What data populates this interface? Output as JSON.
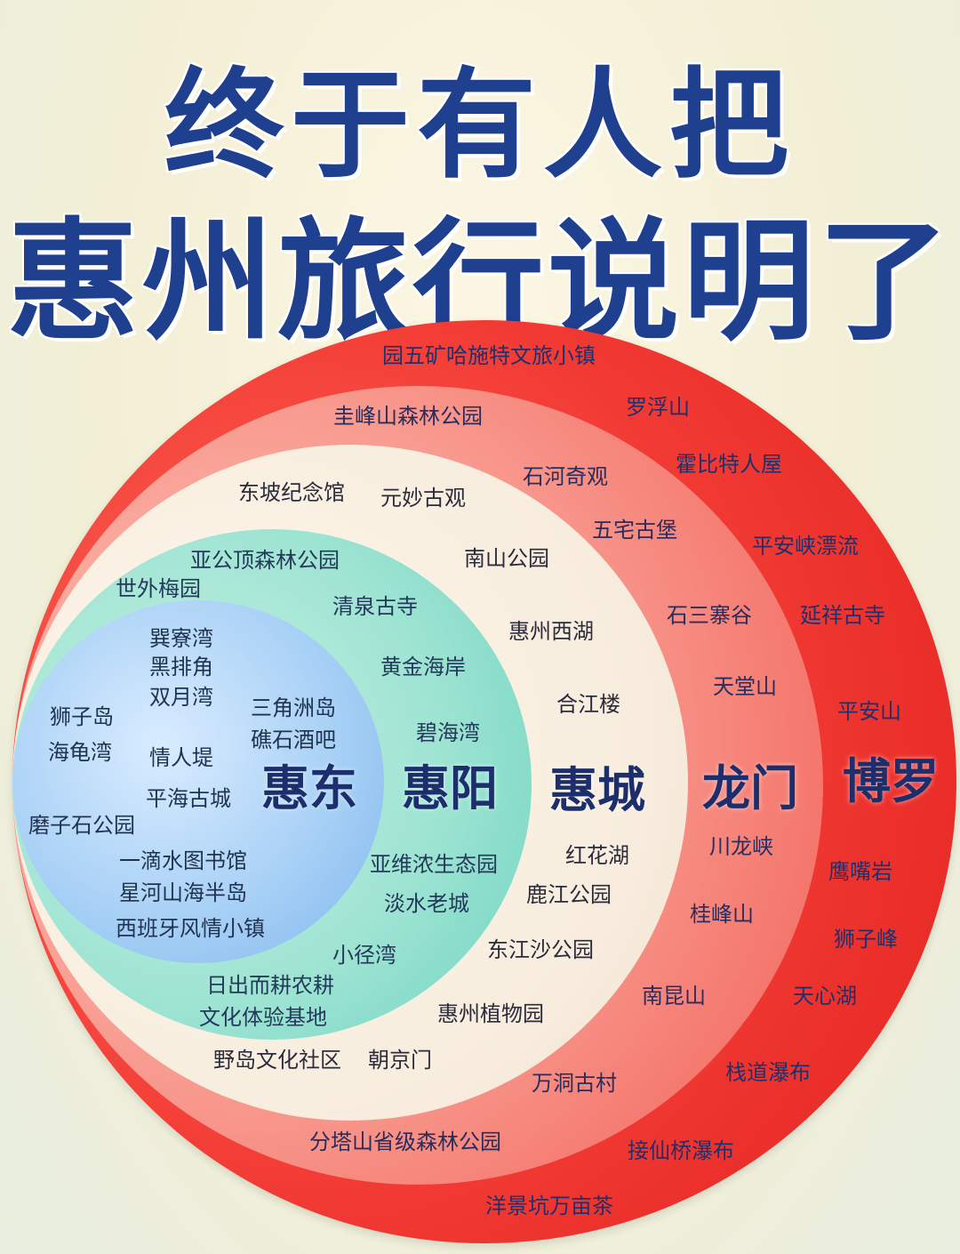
{
  "title": {
    "line1": "终于有人把",
    "line2": "惠州旅行说明了"
  },
  "districts": {
    "boluo": {
      "name": "博罗",
      "color": "#e5312c",
      "places": [
        "园五矿哈施特文旅小镇",
        "罗浮山",
        "霍比特人屋",
        "平安峡漂流",
        "延祥古寺",
        "平安山",
        "鹰嘴岩",
        "狮子峰",
        "天心湖",
        "栈道瀑布",
        "接仙桥瀑布",
        "洋景坑万亩茶"
      ]
    },
    "longmen": {
      "name": "龙门",
      "color": "#f4877c",
      "places": [
        "圭峰山森林公园",
        "石河奇观",
        "五宅古堡",
        "石三寨谷",
        "天堂山",
        "川龙峡",
        "桂峰山",
        "南昆山",
        "万洞古村",
        "分塔山省级森林公园"
      ]
    },
    "huicheng": {
      "name": "惠城",
      "color": "#f7eee0",
      "places": [
        "东坡纪念馆",
        "元妙古观",
        "南山公园",
        "惠州西湖",
        "合江楼",
        "红花湖",
        "鹿江公园",
        "东江沙公园",
        "惠州植物园",
        "朝京门",
        "野岛文化社区"
      ]
    },
    "huiyang": {
      "name": "惠阳",
      "color": "#8fded0",
      "places": [
        "亚公顶森林公园",
        "世外梅园",
        "清泉古寺",
        "黄金海岸",
        "碧海湾",
        "亚维浓生态园",
        "淡水老城",
        "小径湾",
        "日出而耕农耕",
        "文化体验基地"
      ]
    },
    "huidong": {
      "name": "惠东",
      "color": "#a6cff5",
      "places": [
        "巽寮湾",
        "黑排角",
        "双月湾",
        "狮子岛",
        "三角洲岛",
        "礁石酒吧",
        "海龟湾",
        "情人堤",
        "平海古城",
        "磨子石公园",
        "一滴水图书馆",
        "星河山海半岛",
        "西班牙风情小镇"
      ]
    }
  }
}
